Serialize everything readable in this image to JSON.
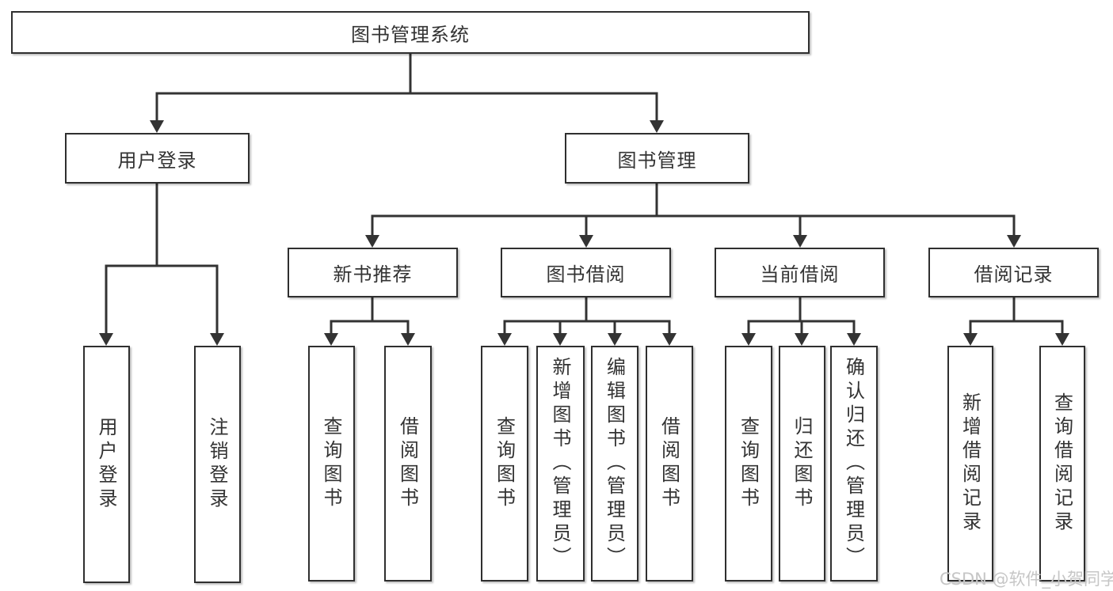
{
  "page": {
    "background": "#ffffff"
  },
  "colors": {
    "line": "#333333",
    "box_border": "#2f2f2f",
    "text": "#333333",
    "watermark": "#c6c6c6"
  },
  "watermark": {
    "text": "CSDN @软件_小贺同学"
  },
  "tree": {
    "label": "图书管理系统",
    "children": [
      {
        "label": "用户登录",
        "children": [
          {
            "label": "用户登录"
          },
          {
            "label": "注销登录"
          }
        ]
      },
      {
        "label": "图书管理",
        "children": [
          {
            "label": "新书推荐",
            "children": [
              {
                "label": "查询图书"
              },
              {
                "label": "借阅图书"
              }
            ]
          },
          {
            "label": "图书借阅",
            "children": [
              {
                "label": "查询图书"
              },
              {
                "label": "新增图书（管理员）"
              },
              {
                "label": "编辑图书（管理员）"
              },
              {
                "label": "借阅图书"
              }
            ]
          },
          {
            "label": "当前借阅",
            "children": [
              {
                "label": "查询图书"
              },
              {
                "label": "归还图书"
              },
              {
                "label": "确认归还（管理员）"
              }
            ]
          },
          {
            "label": "借阅记录",
            "children": [
              {
                "label": "新增借阅记录"
              },
              {
                "label": "查询借阅记录"
              }
            ]
          }
        ]
      }
    ]
  }
}
